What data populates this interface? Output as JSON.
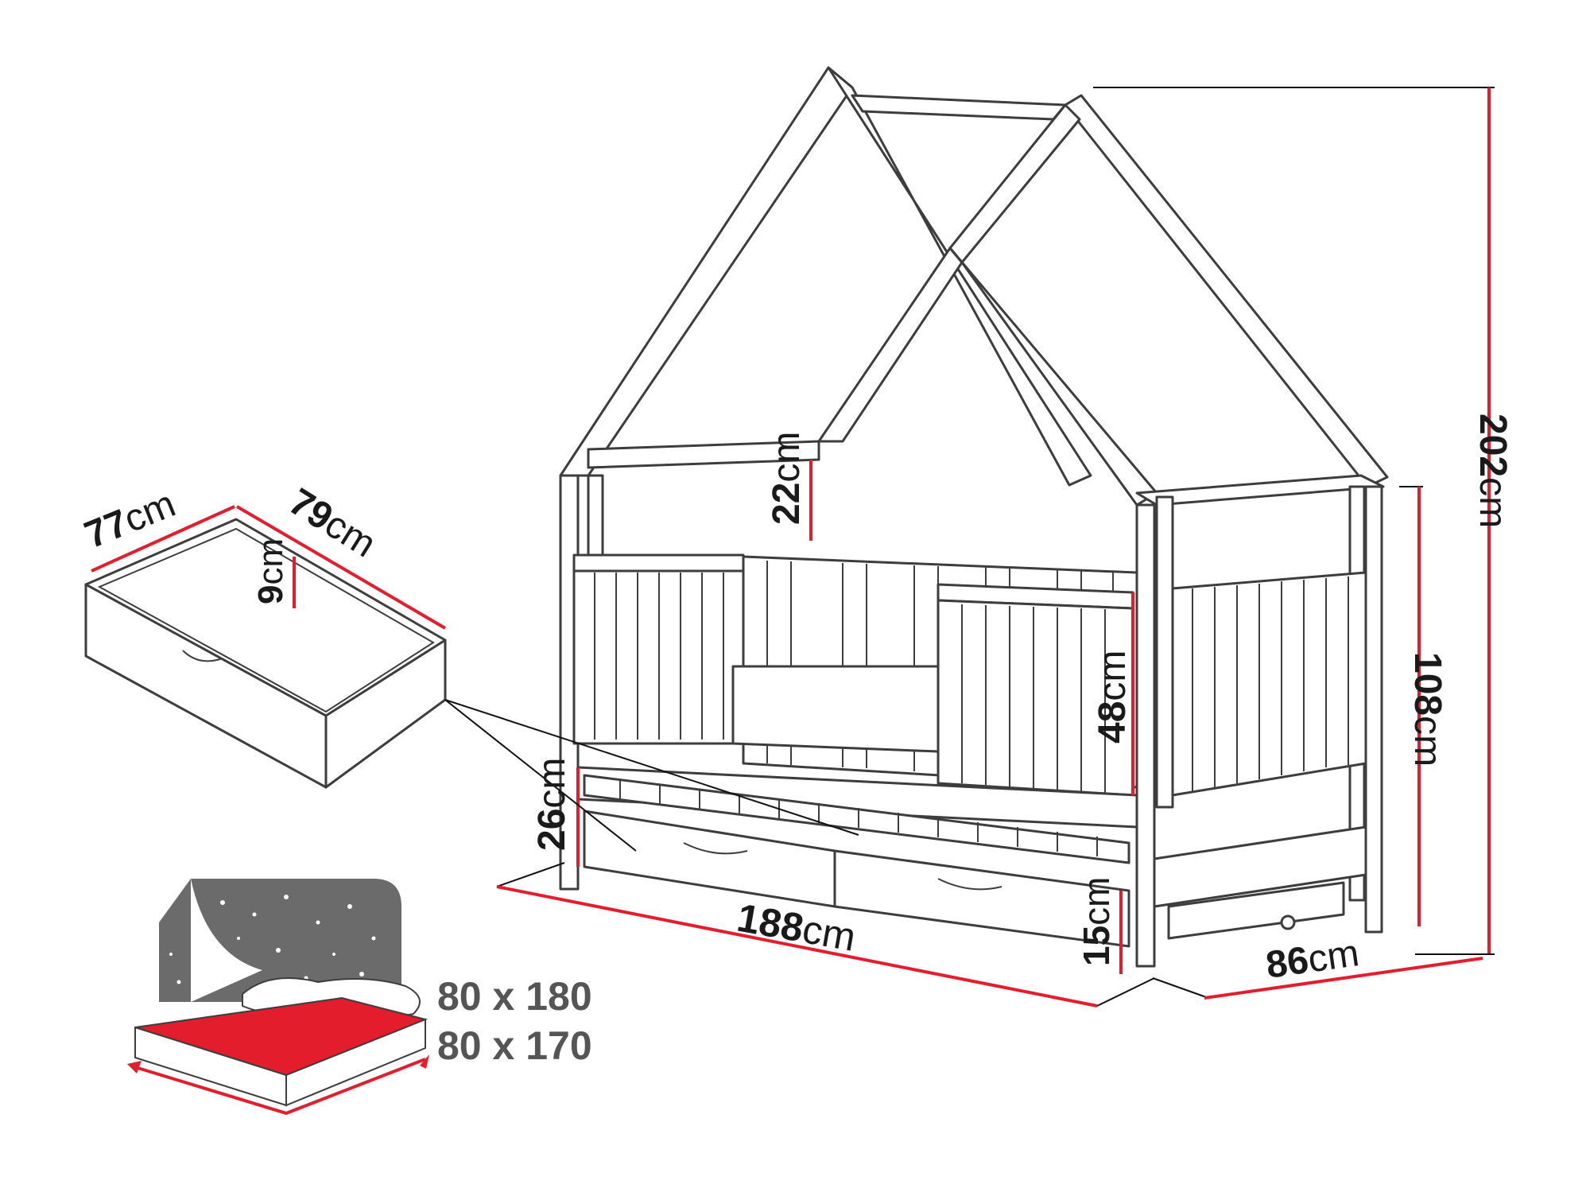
{
  "dimensions": {
    "overall_height": {
      "value": "202",
      "unit": "cm"
    },
    "side_height": {
      "value": "108",
      "unit": "cm"
    },
    "length": {
      "value": "188",
      "unit": "cm"
    },
    "width": {
      "value": "86",
      "unit": "cm"
    },
    "rail_height": {
      "value": "48",
      "unit": "cm"
    },
    "roof_gap": {
      "value": "22",
      "unit": "cm"
    },
    "base_height": {
      "value": "26",
      "unit": "cm"
    },
    "drawer_clearance": {
      "value": "15",
      "unit": "cm"
    }
  },
  "drawer": {
    "width": {
      "value": "77",
      "unit": "cm"
    },
    "length": {
      "value": "79",
      "unit": "cm"
    },
    "depth": {
      "value": "9",
      "unit": "cm"
    }
  },
  "mattress": {
    "sizes": [
      "80 x 180",
      "80 x 170"
    ],
    "fill_color": "#e41d2d"
  },
  "colors": {
    "dimension_line": "#e41d2d",
    "outline": "#3d3d3d",
    "starry_panel": "#6b6b6b"
  }
}
